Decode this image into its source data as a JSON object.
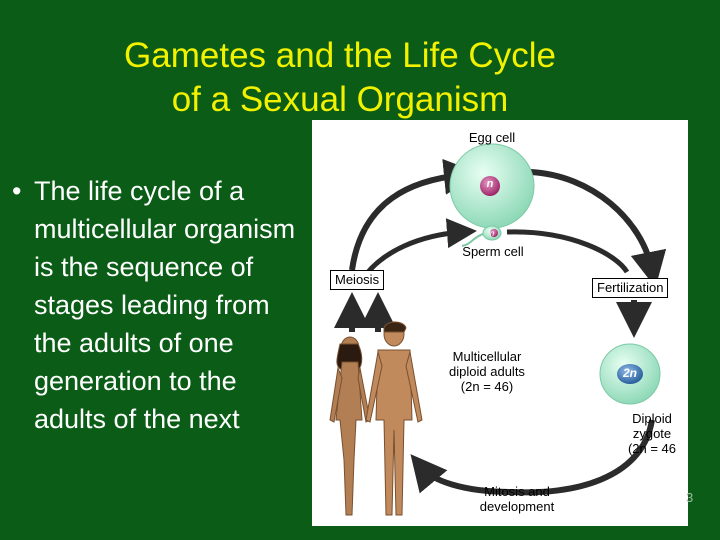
{
  "slide": {
    "title_line1": "Gametes and the Life Cycle",
    "title_line2": "of a Sexual Organism",
    "bullet_char": "•",
    "bullet_text": "The life cycle of a multicellular organism is the sequence of stages leading from the adults of one generation to the adults of the next",
    "page_number": "3"
  },
  "diagram": {
    "egg_label": "Egg cell",
    "egg_symbol": "n",
    "sperm_label": "Sperm cell",
    "sperm_symbol": "n",
    "meiosis_label": "Meiosis",
    "fertilization_label": "Fertilization",
    "adults_line1": "Multicellular",
    "adults_line2": "diploid adults",
    "adults_line3": "(2n = 46)",
    "zygote_symbol": "2n",
    "zygote_line1": "Diploid",
    "zygote_line2": "zygote",
    "zygote_line3": "(2n = 46",
    "mitosis_line1": "Mitosis and",
    "mitosis_line2": "development",
    "colors": {
      "background": "#0a5c16",
      "title": "#f2f200",
      "egg_outer": "#a6e6c9",
      "egg_nucleus": "#c23a86",
      "zygote_nucleus": "#3f7fc0",
      "arrow": "#2b2b2b"
    }
  }
}
